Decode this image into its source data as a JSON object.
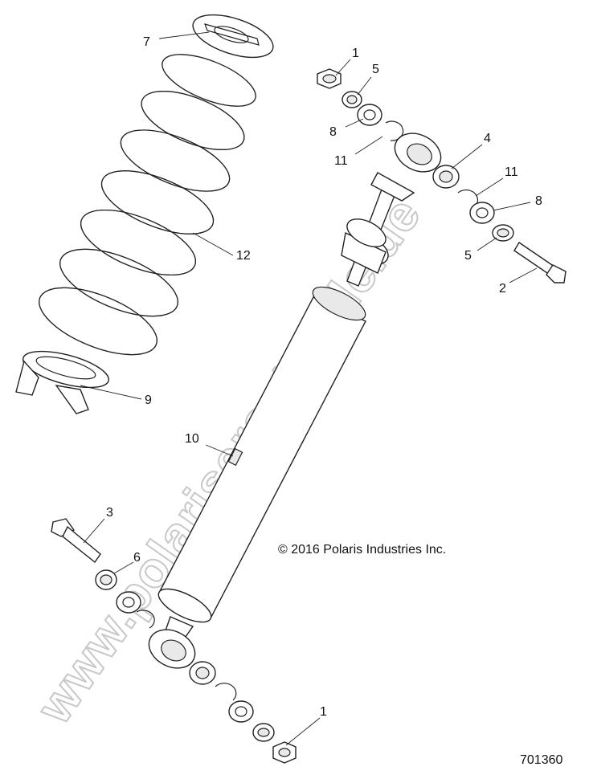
{
  "diagram": {
    "copyright": "© 2016 Polaris Industries Inc.",
    "figure_number": "701360",
    "watermark": "www.polarisersatzteile.de",
    "callouts": [
      {
        "id": "c1-top",
        "label": "1"
      },
      {
        "id": "c5-top",
        "label": "5"
      },
      {
        "id": "c8-top",
        "label": "8"
      },
      {
        "id": "c11-top",
        "label": "11"
      },
      {
        "id": "c4",
        "label": "4"
      },
      {
        "id": "c11-right",
        "label": "11"
      },
      {
        "id": "c8-right",
        "label": "8"
      },
      {
        "id": "c5-right",
        "label": "5"
      },
      {
        "id": "c2",
        "label": "2"
      },
      {
        "id": "c7",
        "label": "7"
      },
      {
        "id": "c12",
        "label": "12"
      },
      {
        "id": "c9",
        "label": "9"
      },
      {
        "id": "c10",
        "label": "10"
      },
      {
        "id": "c3",
        "label": "3"
      },
      {
        "id": "c6",
        "label": "6"
      },
      {
        "id": "c1-bottom",
        "label": "1"
      }
    ]
  }
}
